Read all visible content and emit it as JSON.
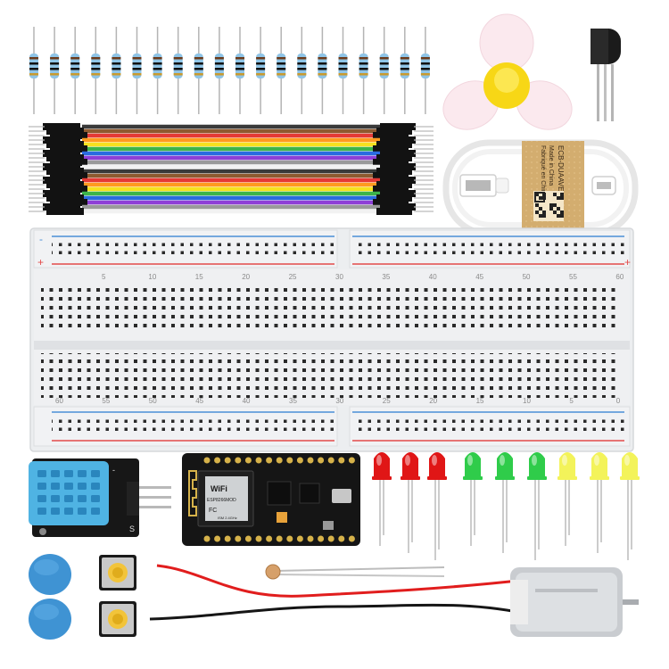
{
  "photo": {
    "subject": "electronics starter kit components",
    "breadboard": {
      "column_numbers_top": [
        "5",
        "10",
        "15",
        "20",
        "25",
        "30",
        "35",
        "40",
        "45",
        "50",
        "55",
        "60"
      ],
      "column_numbers_bottom": [
        "60",
        "55",
        "50",
        "45",
        "40",
        "35",
        "30",
        "25",
        "20",
        "15",
        "10",
        "5",
        "0"
      ],
      "rail_marks": [
        "-",
        "+"
      ]
    },
    "esp_module": {
      "wifi_label": "WiFi",
      "chip_label": "ESP8266MOD",
      "ic_marks": [
        "FC",
        "ISM 2.4GHz"
      ]
    },
    "usb_tag_text": [
      "ECB-DUAAVE",
      "Made in China",
      "Fabriqué en Chine"
    ],
    "sensor_pin_marks": [
      "-",
      "S"
    ],
    "colors": {
      "resistor_body": "#8fc4e6",
      "breadboard_body": "#eceef0",
      "breadboard_hole": "#222222",
      "rail_blue": "#4a8fd6",
      "rail_red": "#e34a4a",
      "led_red": "#e01616",
      "led_green": "#2fcc4a",
      "led_yellow": "#f3f35a",
      "dht_blue": "#4fb3e3",
      "button_cap": "#3f93d3",
      "tactile_cap": "#f2c43a",
      "fan_blade": "#fbe9ee",
      "fan_hub": "#f7d716",
      "motor_metal": "#c9ccd0",
      "wire_red": "#e11d1d",
      "wire_black": "#161616",
      "pcb_black": "#151515"
    },
    "jumper_wire_colors": [
      "#3a3a3a",
      "#8e5a2f",
      "#e53935",
      "#ff9a1f",
      "#f5e11f",
      "#3cb44b",
      "#2a6be0",
      "#8e3fd6",
      "#9a9a9a",
      "#f2f2f2"
    ]
  }
}
